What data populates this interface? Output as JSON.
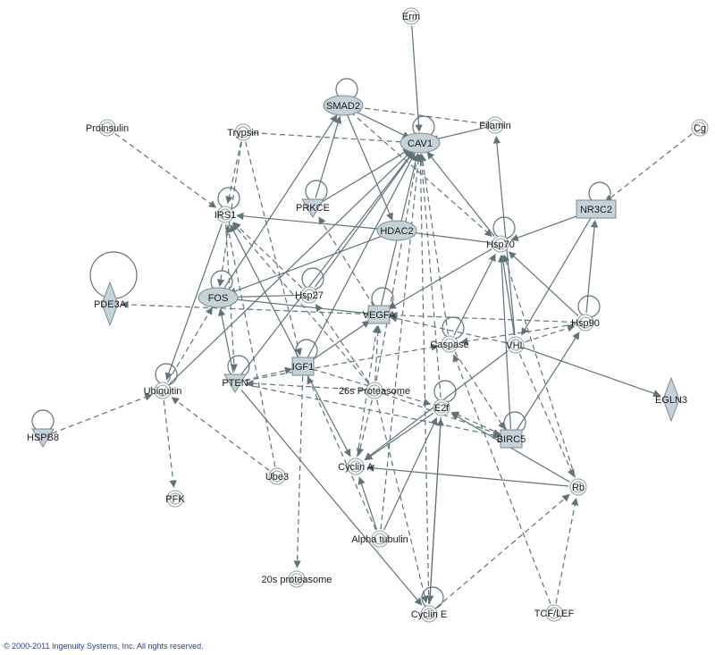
{
  "colors": {
    "edge": "#5f7378",
    "node_fill": "#c5d2d8",
    "node_stroke": "#7a8a8f",
    "ring_stroke": "#8e9ea3"
  },
  "nodes": [
    {
      "id": "Erm",
      "label": "Erm",
      "shape": "circle"
    },
    {
      "id": "SMAD2",
      "label": "SMAD2",
      "shape": "ellipse"
    },
    {
      "id": "Proinsulin",
      "label": "Proinsulin",
      "shape": "circle"
    },
    {
      "id": "Trypsin",
      "label": "Trypsin",
      "shape": "circle"
    },
    {
      "id": "Filamin",
      "label": "Filamin",
      "shape": "circle"
    },
    {
      "id": "CAV1",
      "label": "CAV1",
      "shape": "ellipse"
    },
    {
      "id": "Cg",
      "label": "Cg",
      "shape": "circle"
    },
    {
      "id": "IRS1",
      "label": "IRS1",
      "shape": "circle"
    },
    {
      "id": "PRKCE",
      "label": "PRKCE",
      "shape": "triangle"
    },
    {
      "id": "HDAC2",
      "label": "HDAC2",
      "shape": "ellipse"
    },
    {
      "id": "NR3C2",
      "label": "NR3C2",
      "shape": "rect"
    },
    {
      "id": "Hsp70",
      "label": "Hsp70",
      "shape": "circle"
    },
    {
      "id": "PDE3A",
      "label": "PDE3A",
      "shape": "diamond"
    },
    {
      "id": "FOS",
      "label": "FOS",
      "shape": "ellipse"
    },
    {
      "id": "Hsp27",
      "label": "Hsp27",
      "shape": "circle"
    },
    {
      "id": "VEGFA",
      "label": "VEGFA",
      "shape": "square"
    },
    {
      "id": "Hsp90",
      "label": "Hsp90",
      "shape": "circle"
    },
    {
      "id": "Caspase",
      "label": "Caspase",
      "shape": "circle"
    },
    {
      "id": "VHL",
      "label": "VHL",
      "shape": "circle"
    },
    {
      "id": "Ubiquitin",
      "label": "Ubiquitin",
      "shape": "circle"
    },
    {
      "id": "PTEN",
      "label": "PTEN",
      "shape": "triangle"
    },
    {
      "id": "IGF1",
      "label": "IGF1",
      "shape": "square"
    },
    {
      "id": "26sProteasome",
      "label": "26s Proteasome",
      "shape": "circle"
    },
    {
      "id": "EGLN3",
      "label": "EGLN3",
      "shape": "diamond"
    },
    {
      "id": "E2f",
      "label": "E2f",
      "shape": "circle"
    },
    {
      "id": "BIRC5",
      "label": "BIRC5",
      "shape": "square"
    },
    {
      "id": "HSPB8",
      "label": "HSPB8",
      "shape": "triangle"
    },
    {
      "id": "Ube3",
      "label": "Ube3",
      "shape": "circle"
    },
    {
      "id": "CyclinA",
      "label": "Cyclin A",
      "shape": "circle"
    },
    {
      "id": "Rb",
      "label": "Rb",
      "shape": "circle"
    },
    {
      "id": "PFK",
      "label": "PFK",
      "shape": "circle"
    },
    {
      "id": "AlphaTubulin",
      "label": "Alpha tubulin",
      "shape": "circle"
    },
    {
      "id": "20sProteasome",
      "label": "20s proteasome",
      "shape": "circle"
    },
    {
      "id": "CyclinE",
      "label": "Cyclin E",
      "shape": "circle"
    },
    {
      "id": "TCFLEF",
      "label": "TCF/LEF",
      "shape": "circle"
    }
  ],
  "edges": [
    {
      "from": "Erm",
      "to": "CAV1",
      "style": "solid"
    },
    {
      "from": "Filamin",
      "to": "CAV1",
      "style": "solid"
    },
    {
      "from": "Filamin",
      "to": "SMAD2",
      "style": "dashed"
    },
    {
      "from": "Cg",
      "to": "NR3C2",
      "style": "dashed"
    },
    {
      "from": "Proinsulin",
      "to": "IRS1",
      "style": "dashed"
    },
    {
      "from": "Trypsin",
      "to": "CAV1",
      "style": "dashed"
    },
    {
      "from": "Trypsin",
      "to": "IRS1",
      "style": "dashed"
    },
    {
      "from": "Trypsin",
      "to": "FOS",
      "style": "dashed"
    },
    {
      "from": "Trypsin",
      "to": "IGF1",
      "style": "dashed"
    },
    {
      "from": "SMAD2",
      "to": "CAV1",
      "style": "solid"
    },
    {
      "from": "SMAD2",
      "to": "HDAC2",
      "style": "solid"
    },
    {
      "from": "SMAD2",
      "to": "Hsp70",
      "style": "dashed"
    },
    {
      "from": "PRKCE",
      "to": "SMAD2",
      "style": "solid"
    },
    {
      "from": "PRKCE",
      "to": "CAV1",
      "style": "solid"
    },
    {
      "from": "FOS",
      "to": "SMAD2",
      "style": "solid"
    },
    {
      "from": "HDAC2",
      "to": "IRS1",
      "style": "solid"
    },
    {
      "from": "HDAC2",
      "to": "FOS",
      "style": "solid"
    },
    {
      "from": "Hsp70",
      "to": "HDAC2",
      "style": "solid"
    },
    {
      "from": "Hsp70",
      "to": "CAV1",
      "style": "solid"
    },
    {
      "from": "Hsp70",
      "to": "VEGFA",
      "style": "solid"
    },
    {
      "from": "NR3C2",
      "to": "Hsp70",
      "style": "solid"
    },
    {
      "from": "NR3C2",
      "to": "VHL",
      "style": "solid"
    },
    {
      "from": "Hsp90",
      "to": "NR3C2",
      "style": "solid"
    },
    {
      "from": "Hsp90",
      "to": "Hsp70",
      "style": "solid"
    },
    {
      "from": "Hsp90",
      "to": "VEGFA",
      "style": "dashed"
    },
    {
      "from": "Hsp90",
      "to": "Caspase",
      "style": "dashed"
    },
    {
      "from": "VHL",
      "to": "EGLN3",
      "style": "solid"
    },
    {
      "from": "VHL",
      "to": "Hsp70",
      "style": "solid"
    },
    {
      "from": "VHL",
      "to": "Hsp90",
      "style": "dashed"
    },
    {
      "from": "VHL",
      "to": "VEGFA",
      "style": "dashed"
    },
    {
      "from": "VHL",
      "to": "Rb",
      "style": "dashed"
    },
    {
      "from": "VHL",
      "to": "CyclinA",
      "style": "solid"
    },
    {
      "from": "VHL",
      "to": "Filamin",
      "style": "solid"
    },
    {
      "from": "Caspase",
      "to": "CAV1",
      "style": "dashed"
    },
    {
      "from": "Caspase",
      "to": "Hsp70",
      "style": "solid"
    },
    {
      "from": "Caspase",
      "to": "BIRC5",
      "style": "dashed"
    },
    {
      "from": "IRS1",
      "to": "Ubiquitin",
      "style": "solid"
    },
    {
      "from": "IRS1",
      "to": "PTEN",
      "style": "dashed"
    },
    {
      "from": "Hsp27",
      "to": "IRS1",
      "style": "dashed"
    },
    {
      "from": "Hsp27",
      "to": "CAV1",
      "style": "solid"
    },
    {
      "from": "Hsp27",
      "to": "FOS",
      "style": "solid"
    },
    {
      "from": "VEGFA",
      "to": "FOS",
      "style": "solid"
    },
    {
      "from": "VEGFA",
      "to": "CAV1",
      "style": "solid"
    },
    {
      "from": "VEGFA",
      "to": "PRKCE",
      "style": "dashed"
    },
    {
      "from": "VEGFA",
      "to": "PDE3A",
      "style": "dashed"
    },
    {
      "from": "IGF1",
      "to": "IRS1",
      "style": "solid"
    },
    {
      "from": "IGF1",
      "to": "CAV1",
      "style": "solid"
    },
    {
      "from": "IGF1",
      "to": "VEGFA",
      "style": "solid"
    },
    {
      "from": "IGF1",
      "to": "20sProteasome",
      "style": "dashed"
    },
    {
      "from": "IGF1",
      "to": "CyclinA",
      "style": "solid"
    },
    {
      "from": "IGF1",
      "to": "E2f",
      "style": "dashed"
    },
    {
      "from": "PTEN",
      "to": "FOS",
      "style": "solid"
    },
    {
      "from": "PTEN",
      "to": "IGF1",
      "style": "dashed"
    },
    {
      "from": "PTEN",
      "to": "Caspase",
      "style": "dashed"
    },
    {
      "from": "PTEN",
      "to": "BIRC5",
      "style": "dashed"
    },
    {
      "from": "PTEN",
      "to": "CyclinE",
      "style": "solid"
    },
    {
      "from": "PTEN",
      "to": "CAV1",
      "style": "solid"
    },
    {
      "from": "Ubiquitin",
      "to": "CAV1",
      "style": "solid"
    },
    {
      "from": "Ubiquitin",
      "to": "FOS",
      "style": "dashed"
    },
    {
      "from": "Ubiquitin",
      "to": "PFK",
      "style": "dashed"
    },
    {
      "from": "HSPB8",
      "to": "Ubiquitin",
      "style": "dashed"
    },
    {
      "from": "Ube3",
      "to": "Ubiquitin",
      "style": "dashed"
    },
    {
      "from": "Ube3",
      "to": "IRS1",
      "style": "dashed"
    },
    {
      "from": "26sProteasome",
      "to": "IRS1",
      "style": "dashed"
    },
    {
      "from": "26sProteasome",
      "to": "CAV1",
      "style": "dashed"
    },
    {
      "from": "26sProteasome",
      "to": "VEGFA",
      "style": "dashed"
    },
    {
      "from": "26sProteasome",
      "to": "Hsp27",
      "style": "dashed"
    },
    {
      "from": "26sProteasome",
      "to": "CyclinA",
      "style": "dashed"
    },
    {
      "from": "26sProteasome",
      "to": "CyclinE",
      "style": "dashed"
    },
    {
      "from": "26sProteasome",
      "to": "BIRC5",
      "style": "dashed"
    },
    {
      "from": "26sProteasome",
      "to": "PTEN",
      "style": "dashed"
    },
    {
      "from": "E2f",
      "to": "CyclinA",
      "style": "solid"
    },
    {
      "from": "E2f",
      "to": "CyclinE",
      "style": "solid"
    },
    {
      "from": "E2f",
      "to": "CAV1",
      "style": "dashed"
    },
    {
      "from": "BIRC5",
      "to": "E2f",
      "style": "dashed"
    },
    {
      "from": "BIRC5",
      "to": "Hsp90",
      "style": "solid"
    },
    {
      "from": "BIRC5",
      "to": "Hsp70",
      "style": "solid"
    },
    {
      "from": "Rb",
      "to": "CyclinA",
      "style": "solid"
    },
    {
      "from": "Rb",
      "to": "E2f",
      "style": "solid"
    },
    {
      "from": "Rb",
      "to": "Hsp70",
      "style": "dashed"
    },
    {
      "from": "CyclinA",
      "to": "VEGFA",
      "style": "dashed"
    },
    {
      "from": "AlphaTubulin",
      "to": "CAV1",
      "style": "dashed"
    },
    {
      "from": "AlphaTubulin",
      "to": "E2f",
      "style": "solid"
    },
    {
      "from": "AlphaTubulin",
      "to": "CyclinA",
      "style": "solid"
    },
    {
      "from": "AlphaTubulin",
      "to": "IGF1",
      "style": "dashed"
    },
    {
      "from": "CyclinE",
      "to": "E2f",
      "style": "solid"
    },
    {
      "from": "CyclinE",
      "to": "Rb",
      "style": "dashed"
    },
    {
      "from": "CyclinE",
      "to": "CAV1",
      "style": "dashed"
    },
    {
      "from": "TCFLEF",
      "to": "Rb",
      "style": "dashed"
    },
    {
      "from": "TCFLEF",
      "to": "Caspase",
      "style": "dashed"
    }
  ],
  "self_loops": [
    "SMAD2",
    "CAV1",
    "IRS1",
    "PRKCE",
    "NR3C2",
    "Hsp70",
    "PDE3A",
    "FOS",
    "Hsp27",
    "VEGFA",
    "Hsp90",
    "Caspase",
    "IGF1",
    "HSPB8",
    "E2f",
    "BIRC5",
    "CyclinE",
    "Ubiquitin",
    "PTEN"
  ],
  "copyright": "© 2000-2011 Ingenuity Systems, Inc. All rights reserved."
}
